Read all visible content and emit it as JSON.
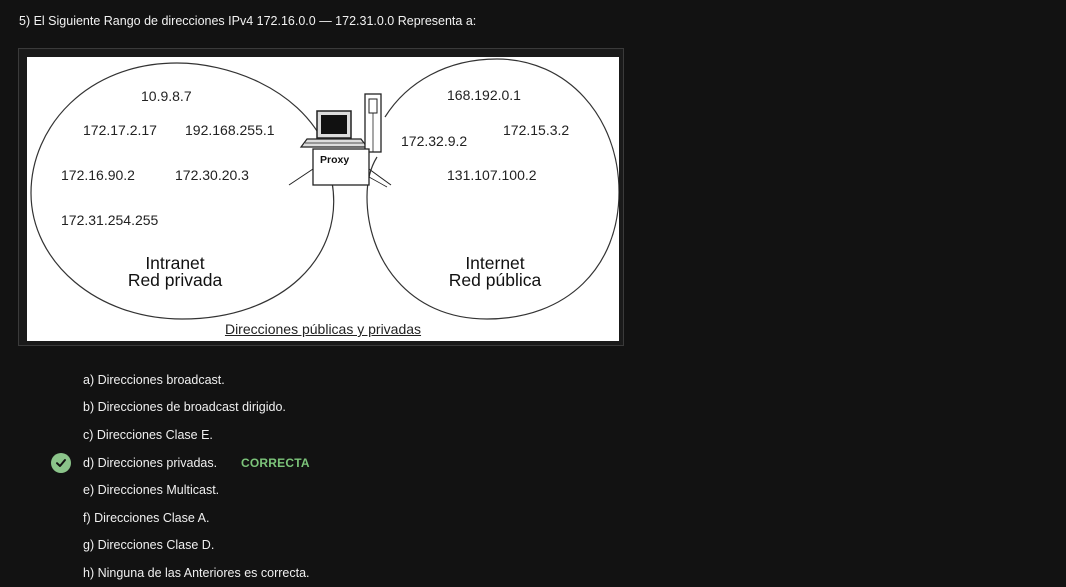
{
  "question": {
    "text": "5) El Siguiente Rango de direcciones IPv4 172.16.0.0 — 172.31.0.0 Representa a:"
  },
  "diagram": {
    "intranet_ips": [
      "10.9.8.7",
      "172.17.2.17",
      "192.168.255.1",
      "172.16.90.2",
      "172.30.20.3",
      "172.31.254.255"
    ],
    "internet_ips": [
      "168.192.0.1",
      "172.15.3.2",
      "172.32.9.2",
      "131.107.100.2"
    ],
    "intranet_label_1": "Intranet",
    "intranet_label_2": "Red privada",
    "internet_label_1": "Internet",
    "internet_label_2": "Red pública",
    "proxy_label": "Proxy",
    "caption": "Direcciones públicas y privadas"
  },
  "options": [
    {
      "text": "a) Direcciones broadcast.",
      "correct": false
    },
    {
      "text": "b) Direcciones de broadcast dirigido.",
      "correct": false
    },
    {
      "text": "c) Direcciones Clase E.",
      "correct": false
    },
    {
      "text": "d) Direcciones privadas.",
      "correct": true
    },
    {
      "text": "e) Direcciones Multicast.",
      "correct": false
    },
    {
      "text": "f) Direcciones Clase A.",
      "correct": false
    },
    {
      "text": "g) Direcciones Clase D.",
      "correct": false
    },
    {
      "text": "h) Ninguna de las Anteriores es correcta.",
      "correct": false
    }
  ],
  "correct_badge": "CORRECTA",
  "colors": {
    "background": "#121212",
    "correct_green": "#7cc47a",
    "check_circle": "#8bc48a"
  },
  "icons": {
    "correct_marker": "check-circle-icon"
  }
}
